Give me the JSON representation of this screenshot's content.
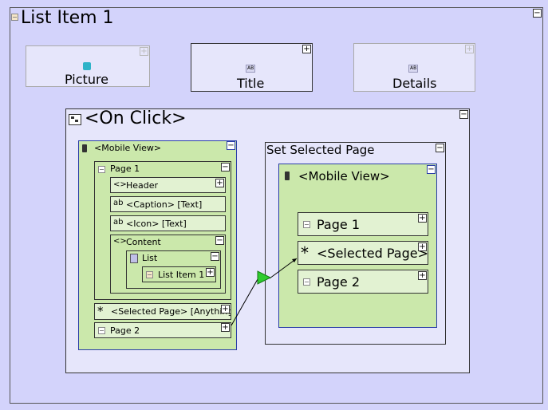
{
  "list_item": {
    "title": "List Item 1",
    "collapse": "−"
  },
  "fields": {
    "picture": "Picture",
    "title": "Title",
    "details": "Details",
    "field_icon": "AB",
    "expand": "+"
  },
  "on_click": {
    "title": "<On Click>",
    "collapse": "−"
  },
  "mobile_view_left": {
    "title": "<Mobile View>",
    "page1": "Page 1",
    "header": "Header",
    "caption": "<Caption> [Text]",
    "icon": "<Icon> [Text]",
    "content": "Content",
    "list": "List",
    "list_item": "List Item 1",
    "selected_page": "<Selected Page> [Anything]",
    "page2": "Page 2",
    "code_icon": "<>",
    "text_icon": "ab",
    "asterisk_icon": "*"
  },
  "set_selected_page": {
    "title": "Set Selected Page",
    "mobile_view": "<Mobile View>",
    "page1": "Page 1",
    "selected_page": "<Selected Page>",
    "page2": "Page 2",
    "asterisk_icon": "*"
  }
}
